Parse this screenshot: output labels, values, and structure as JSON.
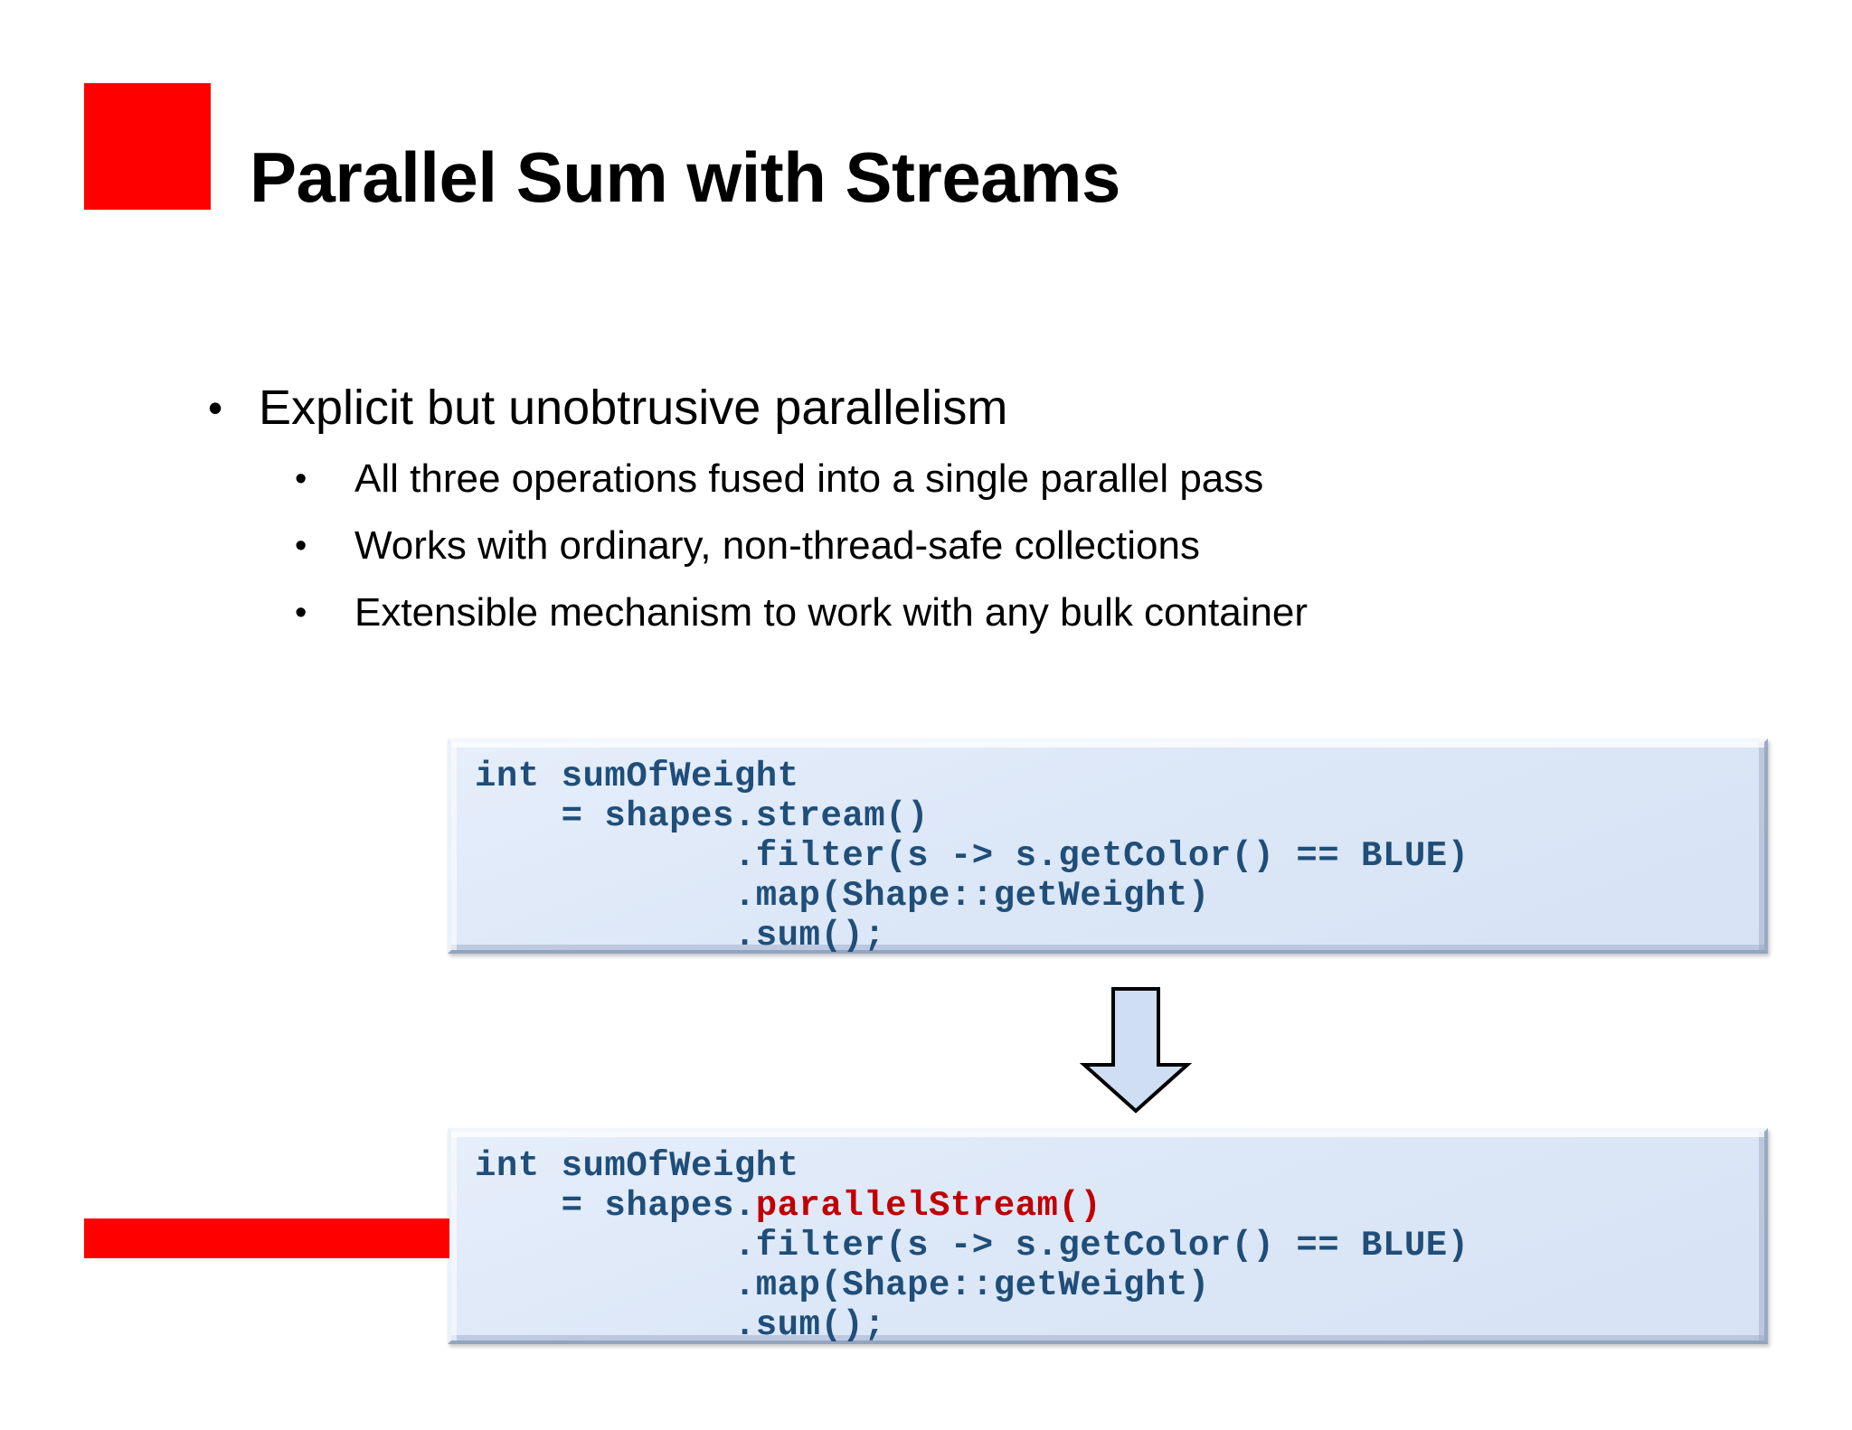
{
  "slide": {
    "title": "Parallel Sum with Streams",
    "accent_color": "#FF0000",
    "code_text_color": "#1F4E79",
    "code_highlight_color": "#C00000",
    "code_box_bg": "#DCE7F7"
  },
  "bullets": {
    "level1": {
      "marker": "•",
      "text": "Explicit but unobtrusive parallelism"
    },
    "level2": [
      {
        "marker": "•",
        "text": "All three operations fused into a single parallel pass"
      },
      {
        "marker": "•",
        "text": "Works with ordinary, non-thread-safe collections"
      },
      {
        "marker": "•",
        "text": "Extensible mechanism to work with any bulk container"
      }
    ]
  },
  "code_blocks": {
    "sequential": {
      "line1": "int sumOfWeight",
      "line2": "    = shapes.stream()",
      "line3": "            .filter(s -> s.getColor() == BLUE)",
      "line4": "            .map(Shape::getWeight)",
      "line5": "            .sum();"
    },
    "parallel": {
      "line1": "int sumOfWeight",
      "line2_prefix": "    = shapes.",
      "line2_highlight": "parallelStream()",
      "line3": "            .filter(s -> s.getColor() == BLUE)",
      "line4": "            .map(Shape::getWeight)",
      "line5": "            .sum();"
    }
  },
  "arrow": {
    "direction": "down",
    "fill": "#CFDEF3",
    "stroke": "#000000"
  }
}
